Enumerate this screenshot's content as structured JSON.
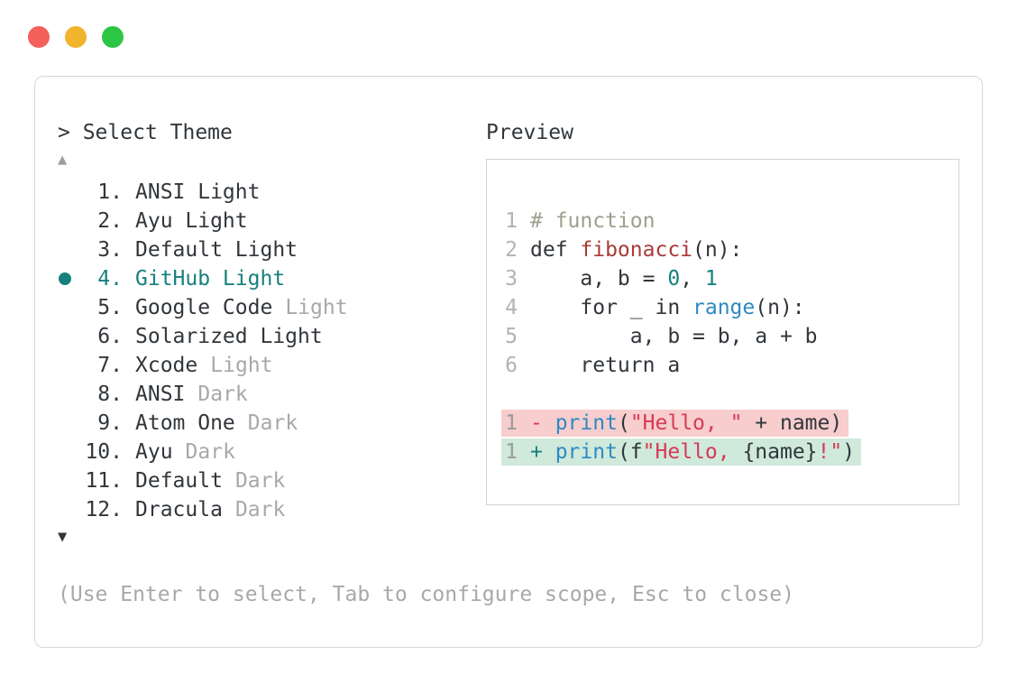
{
  "window": {
    "traffic_lights": [
      {
        "name": "close-button",
        "color": "#f4605a"
      },
      {
        "name": "minimize-button",
        "color": "#f2b32d"
      },
      {
        "name": "zoom-button",
        "color": "#2cc544"
      }
    ]
  },
  "prompt": {
    "caret": "> ",
    "title": "Select Theme"
  },
  "scroll": {
    "up_symbol": "▲",
    "down_symbol": "▼"
  },
  "theme_list": {
    "items": [
      {
        "number": "1.",
        "name": "ANSI Light",
        "variant": "",
        "selected": false
      },
      {
        "number": "2.",
        "name": "Ayu Light",
        "variant": "",
        "selected": false
      },
      {
        "number": "3.",
        "name": "Default Light",
        "variant": "",
        "selected": false
      },
      {
        "number": "4.",
        "name": "GitHub Light",
        "variant": "",
        "selected": true
      },
      {
        "number": "5.",
        "name": "Google Code",
        "variant": "Light",
        "selected": false
      },
      {
        "number": "6.",
        "name": "Solarized Light",
        "variant": "",
        "selected": false
      },
      {
        "number": "7.",
        "name": "Xcode",
        "variant": "Light",
        "selected": false
      },
      {
        "number": "8.",
        "name": "ANSI",
        "variant": "Dark",
        "selected": false
      },
      {
        "number": "9.",
        "name": "Atom One",
        "variant": "Dark",
        "selected": false
      },
      {
        "number": "10.",
        "name": "Ayu",
        "variant": "Dark",
        "selected": false
      },
      {
        "number": "11.",
        "name": "Default",
        "variant": "Dark",
        "selected": false
      },
      {
        "number": "12.",
        "name": "Dracula",
        "variant": "Dark",
        "selected": false
      }
    ]
  },
  "preview": {
    "title": "Preview",
    "code_lines": [
      {
        "num": "1",
        "tokens": [
          [
            "# function",
            "comment"
          ]
        ]
      },
      {
        "num": "2",
        "tokens": [
          [
            "def ",
            "code"
          ],
          [
            "fibonacci",
            "func"
          ],
          [
            "(n):",
            "code"
          ]
        ]
      },
      {
        "num": "3",
        "tokens": [
          [
            "    a, b = ",
            "code"
          ],
          [
            "0",
            "number"
          ],
          [
            ", ",
            "code"
          ],
          [
            "1",
            "number"
          ]
        ]
      },
      {
        "num": "4",
        "tokens": [
          [
            "    for _ in ",
            "code"
          ],
          [
            "range",
            "builtin"
          ],
          [
            "(n):",
            "code"
          ]
        ]
      },
      {
        "num": "5",
        "tokens": [
          [
            "        a, b = b, a + b",
            "code"
          ]
        ]
      },
      {
        "num": "6",
        "tokens": [
          [
            "    return a",
            "code"
          ]
        ]
      }
    ],
    "diff_lines": [
      {
        "num": "1",
        "type": "removed",
        "tokens": [
          [
            "- ",
            "removed-sign"
          ],
          [
            "print",
            "builtin"
          ],
          [
            "(",
            "code"
          ],
          [
            "\"Hello, \"",
            "string"
          ],
          [
            " + name)",
            "code"
          ]
        ]
      },
      {
        "num": "1",
        "type": "added",
        "tokens": [
          [
            "+ ",
            "added-sign"
          ],
          [
            "print",
            "builtin"
          ],
          [
            "(f",
            "code"
          ],
          [
            "\"Hello, ",
            "string"
          ],
          [
            "{name}",
            "code"
          ],
          [
            "!\"",
            "string"
          ],
          [
            ")",
            "code"
          ]
        ]
      }
    ]
  },
  "help": {
    "text": "(Use Enter to select, Tab to configure scope, Esc to close)"
  },
  "colors": {
    "text": "#31363b",
    "muted": "#a8a8a8",
    "selected_accent": "#17807d",
    "comment": "#9aa18c",
    "function_name": "#a93b38",
    "number_literal": "#17807d",
    "builtin": "#2e8ac2",
    "string": "#d63a55",
    "removed_sign": "#d63a55",
    "added_sign": "#17807d",
    "removed_bg": "#f7cdcd",
    "added_bg": "#cfe9da",
    "line_number": "#b2b2b2",
    "diff_line_number": "#9a9a9a",
    "window_border": "#d7d7d7",
    "preview_border": "#d2d2d2",
    "scroll_up": "#9e9e9e",
    "scroll_down": "#31363b"
  }
}
